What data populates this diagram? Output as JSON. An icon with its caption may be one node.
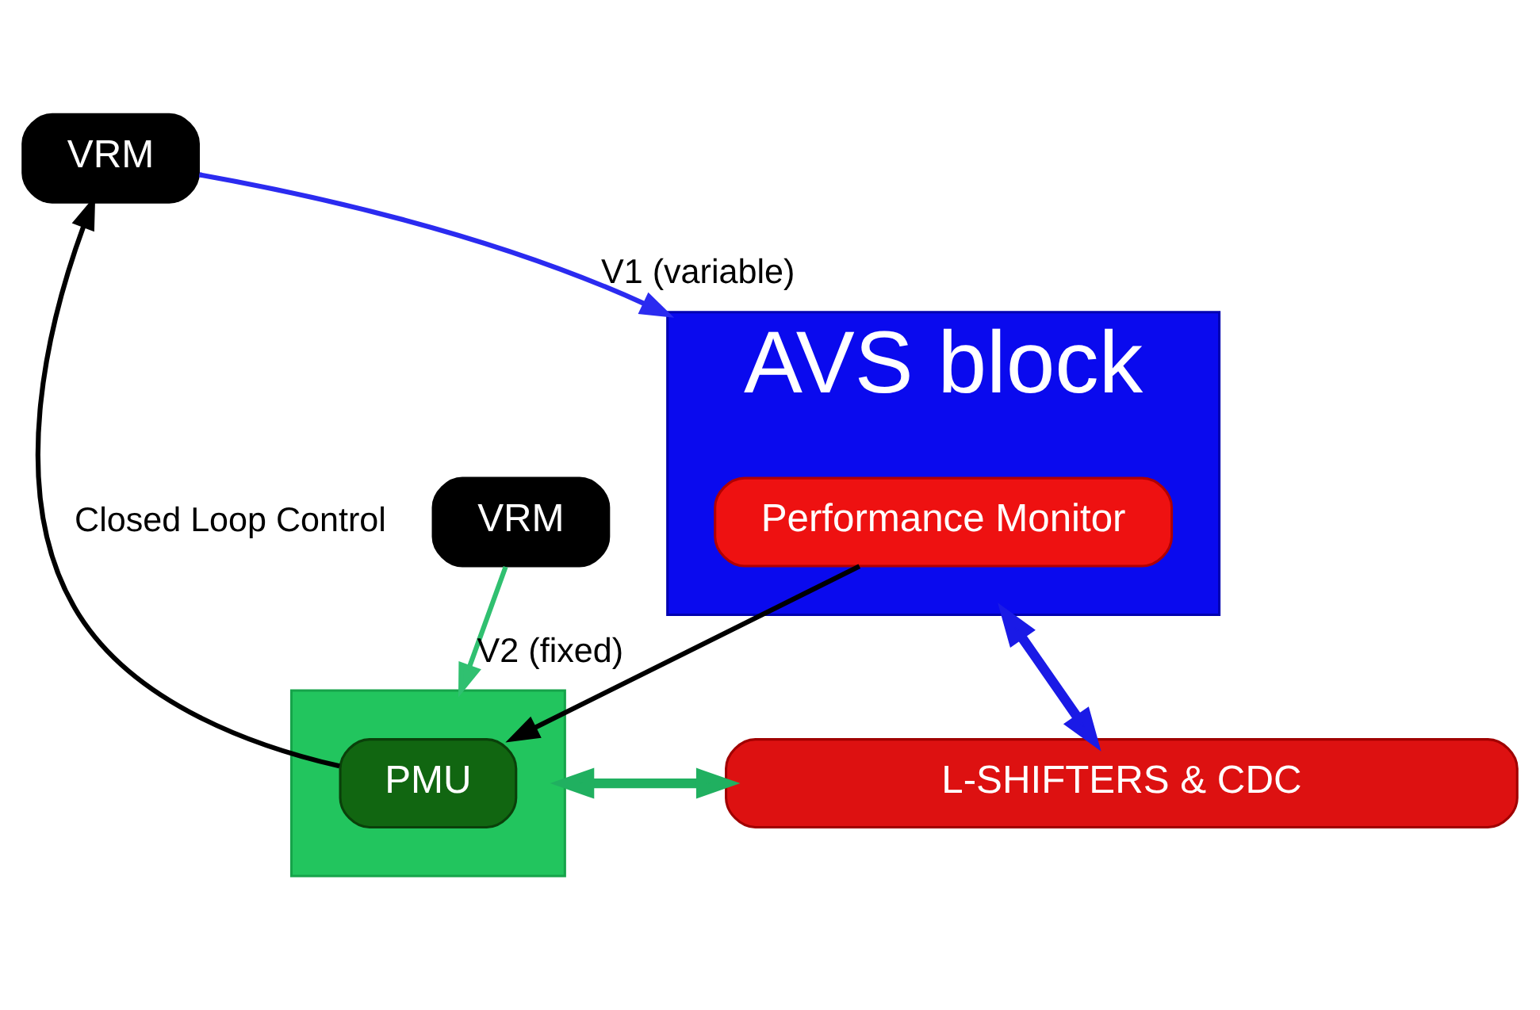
{
  "diagram": {
    "nodes": [
      {
        "text": [],
        "shape": "box"
      },
      {
        "text": [
          "AVS block"
        ]
      },
      {
        "text": [
          "Performance Monitor"
        ],
        "in": 1
      },
      {
        "text": [
          "L-SHIFTERS & CDC"
        ]
      },
      {
        "text": [
          "PMU"
        ],
        "in": 0
      },
      {
        "text": [
          "VRM"
        ]
      },
      {
        "text": [
          "VRM"
        ]
      }
    ],
    "edges": [
      {
        "from": 5,
        "to": 1,
        "arrow": "to",
        "label": "V1 (variable)",
        "color": "#2b2bf0"
      },
      {
        "from": 1,
        "to": 3,
        "arrow": "both",
        "style": "thick",
        "color": "#1a1ae6"
      },
      {
        "from": 3,
        "to": 0,
        "arrow": "both",
        "style": "thick",
        "color": "#20b060"
      },
      {
        "from": 2,
        "to": 4,
        "arrow": "to"
      },
      {
        "from": 4,
        "to": 5,
        "arrow": "to",
        "label": "Closed Loop Control"
      },
      {
        "from": 6,
        "to": 0,
        "arrow": "to",
        "label": "V2 (fixed)",
        "color": "#30c070"
      }
    ]
  }
}
